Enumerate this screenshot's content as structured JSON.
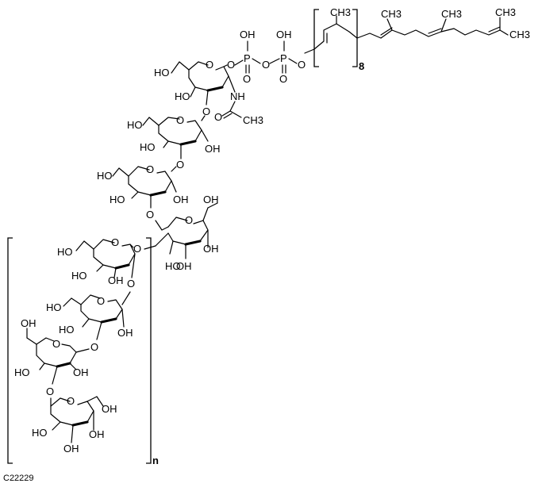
{
  "compound_id": "C22229",
  "repeat_labels": {
    "prenyl": "8",
    "glycan": "n"
  },
  "atoms": {
    "OH": "OH",
    "HO": "HO",
    "O": "O",
    "P": "P",
    "CH3": "CH3",
    "NH": "NH"
  }
}
